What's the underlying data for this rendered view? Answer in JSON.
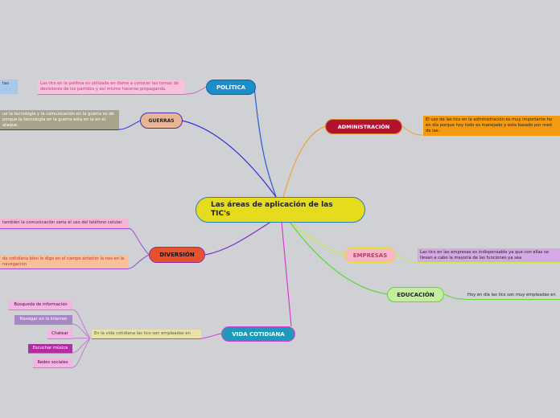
{
  "central": {
    "title": "Las áreas de aplicación de las TIC's"
  },
  "colors": {
    "background": "#d0d1d4",
    "politica": "#1b8ec9",
    "guerras": "#e8b596",
    "administracion": "#b3122f",
    "diversion": "#e8512e",
    "empresas": "#f7b7c6",
    "educacion": "#c3ee9d",
    "vida_cotidiana": "#1c9ab8"
  },
  "branches": {
    "politica": {
      "label": "POLÍTICA",
      "note": "Las tics en la política es utilizada en dame a conocer las tomas de decisiones de los partidos y así mismo hacerse propaganda.",
      "edge_note": "tas"
    },
    "guerras": {
      "label": "GUERRAS",
      "note": "ue la tecnología y la comunicación en la guerra es de porque la tecnología en la guerra esta en le en el ataque."
    },
    "administracion": {
      "label": "ADMINISTRACIÓN",
      "note": "El uso de las tics en la administración es muy importante ho en día porque hoy todo es manejado y esta basado por med de las:"
    },
    "diversion": {
      "label": "DIVERSIÓN",
      "note1": "también la comunicación seria el uso del teléfono celular.",
      "note2": "da cotidiana bien lo digo en el campo anterior la nos en la navegación"
    },
    "empresas": {
      "label": "EMPRESAS",
      "note": "Las tics en las empresas es indispensable ya que con ellas se llevan a cabo la mayoría de las funciones ya sea"
    },
    "educacion": {
      "label": "EDUCACIÓN",
      "note": "Hoy en día las tics son muy empleadas en"
    },
    "vida_cotidiana": {
      "label": "VIDA COTIDIANA",
      "note": "En la vida cotidiana las tics son empleadas en",
      "items": [
        "Búsqueda de información",
        "Navegar en la Internet",
        "Chatear",
        "Escuchar música",
        "Redes sociales"
      ]
    }
  }
}
